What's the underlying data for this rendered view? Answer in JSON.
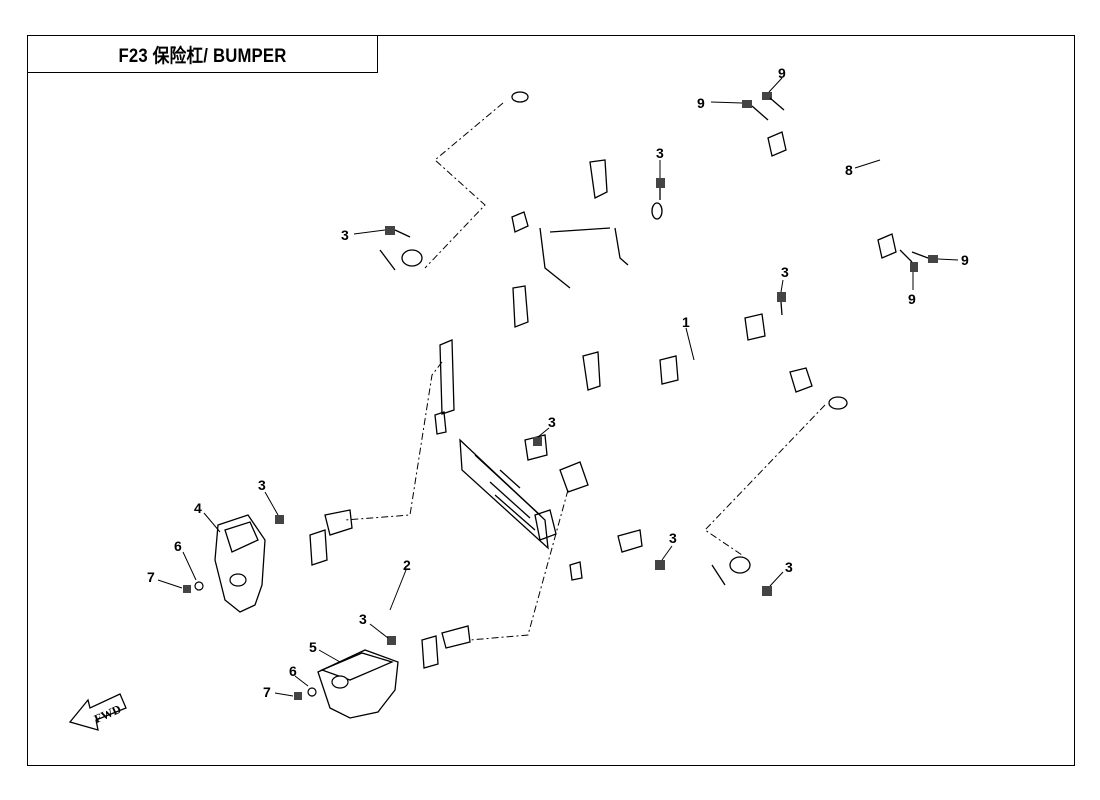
{
  "title": "F23 保险杠/ BUMPER",
  "fwd_label": "FWD",
  "callouts": {
    "c1": "1",
    "c2": "2",
    "c3a": "3",
    "c3b": "3",
    "c3c": "3",
    "c3d": "3",
    "c3e": "3",
    "c3f": "3",
    "c3g": "3",
    "c3h": "3",
    "c4": "4",
    "c5": "5",
    "c6a": "6",
    "c6b": "6",
    "c7a": "7",
    "c7b": "7",
    "c8": "8",
    "c9a": "9",
    "c9b": "9",
    "c9c": "9",
    "c9d": "9"
  }
}
